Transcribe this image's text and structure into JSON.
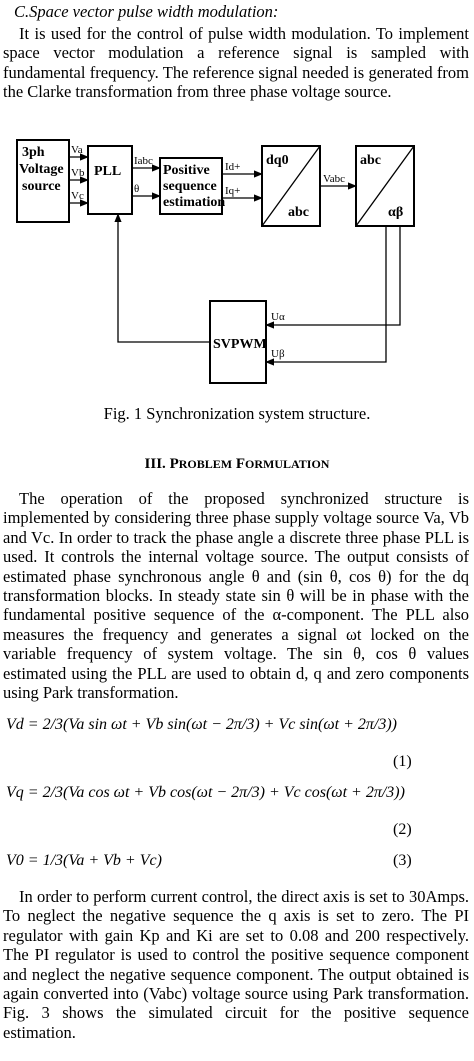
{
  "heading": "C.Space vector pulse width modulation:",
  "intro": "It is used for the control of pulse width modulation. To implement space vector modulation a reference signal is sampled with fundamental frequency. The reference signal needed is generated from the Clarke transformation from three phase voltage source.",
  "diagram": {
    "source_l1": "3ph",
    "source_l2": "Voltage",
    "source_l3": "source",
    "va": "Va",
    "vb": "Vb",
    "vc": "Vc",
    "pll": "PLL",
    "iabc": "Iabc",
    "theta": "θ",
    "pos_l1": "Positive",
    "pos_l2": "sequence",
    "pos_l3": "estimation",
    "id": "Id+",
    "iq": "Iq+",
    "dq0_top": "dq0",
    "dq0_bottom": "abc",
    "vabc": "Vabc",
    "abc_top": "abc",
    "abc_bottom": "αβ",
    "svpwm": "SVPWM",
    "ualpha": "Uα",
    "ubeta": "Uβ"
  },
  "caption": "Fig. 1 Synchronization system structure.",
  "section_num": "III.",
  "section_title_p": "P",
  "section_title_roblem": "ROBLEM",
  "section_title_f": "F",
  "section_title_ormulation": "ORMULATION",
  "para1": "The operation of the proposed synchronized structure is implemented by considering three phase supply voltage source Va, Vb and Vc. In order to track the phase angle a discrete three phase PLL is used. It controls the internal voltage source. The output consists of estimated phase synchronous angle θ and (sin θ, cos θ) for the dq transformation blocks. In steady state sin θ will be in phase with the fundamental positive sequence of the α-component. The PLL also measures the frequency and generates a signal ωt locked on the variable frequency of system voltage. The sin θ, cos θ values estimated using the PLL are used to obtain d, q and zero components using Park transformation.",
  "eq1": "Vd = 2/3(Va sin ωt + Vb sin(ωt − 2π/3) + Vc sin(ωt + 2π/3))",
  "eq1_num": "(1)",
  "eq2": "Vq = 2/3(Va cos ωt + Vb cos(ωt − 2π/3) + Vc cos(ωt + 2π/3))",
  "eq2_num": "(2)",
  "eq3": "V0 = 1/3(Va + Vb + Vc)",
  "eq3_num": "(3)",
  "para2": "In order to perform current control, the direct axis is set to 30Amps. To neglect the negative sequence the q axis is set to zero. The PI regulator with gain Kp and Ki are set to 0.08 and 200 respectively. The PI regulator is used to control the positive sequence component and neglect the negative sequence component. The output obtained is again converted into (Vabc) voltage source using Park transformation. Fig. 3 shows the simulated circuit for the positive sequence estimation."
}
